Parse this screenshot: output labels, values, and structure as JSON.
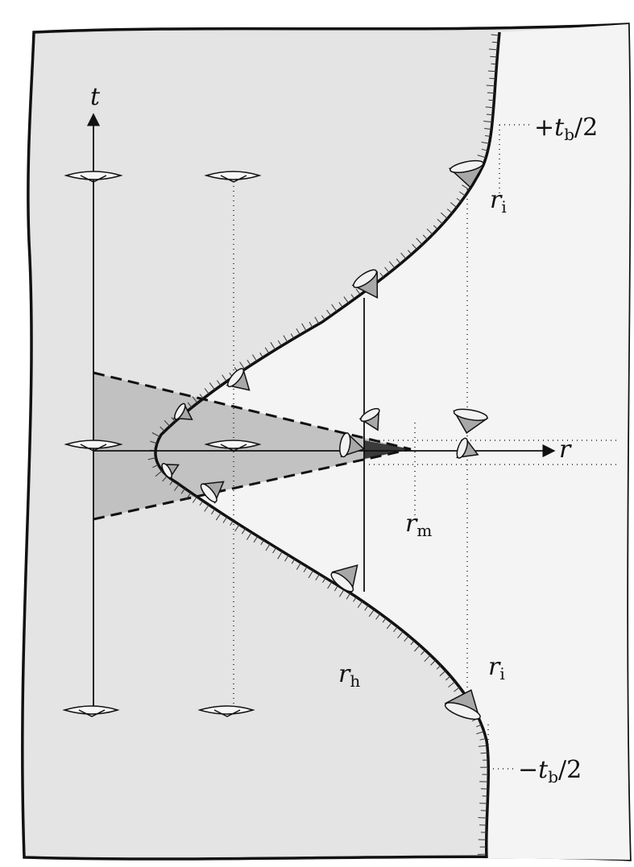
{
  "axes": {
    "t": "t",
    "r": "r"
  },
  "labels": {
    "t_top": {
      "prefix": "+",
      "var": "t",
      "sub": "b",
      "suffix": "/2"
    },
    "t_bottom": {
      "prefix": "−",
      "var": "t",
      "sub": "b",
      "suffix": "/2"
    },
    "r_i_top": {
      "var": "r",
      "sub": "i"
    },
    "r_i_bottom": {
      "var": "r",
      "sub": "i"
    },
    "r_h": {
      "var": "r",
      "sub": "h"
    },
    "r_m": {
      "var": "r",
      "sub": "m"
    }
  },
  "colors": {
    "sheet": "#e4e4e4",
    "region": "#ededed",
    "wedge": "#b9b9b9",
    "wedge_dark": "#3a3a3a",
    "cone": "#a8a8a8",
    "ink": "#111111"
  }
}
